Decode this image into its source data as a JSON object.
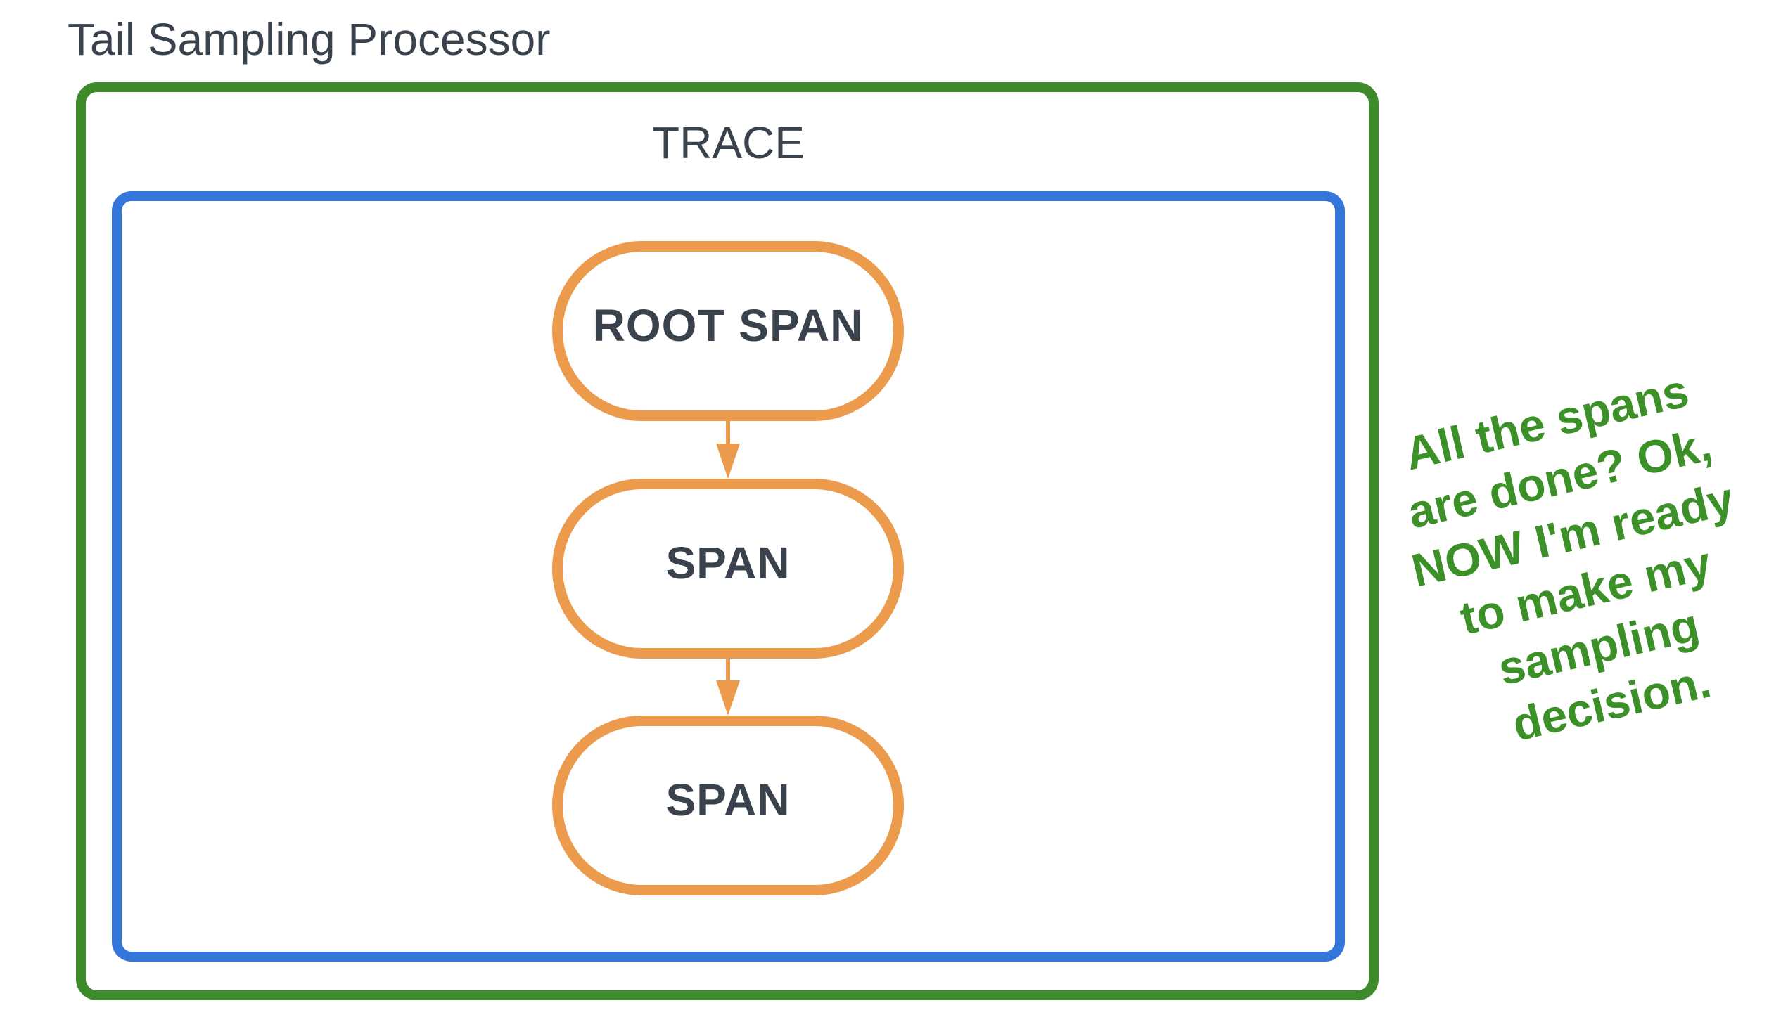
{
  "title": "Tail Sampling Processor",
  "trace_label": "TRACE",
  "nodes": {
    "root_span": "ROOT SPAN",
    "span_2": "SPAN",
    "span_3": "SPAN"
  },
  "note": {
    "lines": [
      "All the spans",
      "are done? Ok,",
      "NOW I'm ready",
      "to make my",
      "sampling",
      "decision."
    ]
  },
  "colors": {
    "outer_border_green": "#3e8b2c",
    "trace_border_blue": "#3576db",
    "span_border_orange": "#ec9b4d",
    "label_text_dark": "#3a434d",
    "note_text_green": "#3c9028"
  }
}
